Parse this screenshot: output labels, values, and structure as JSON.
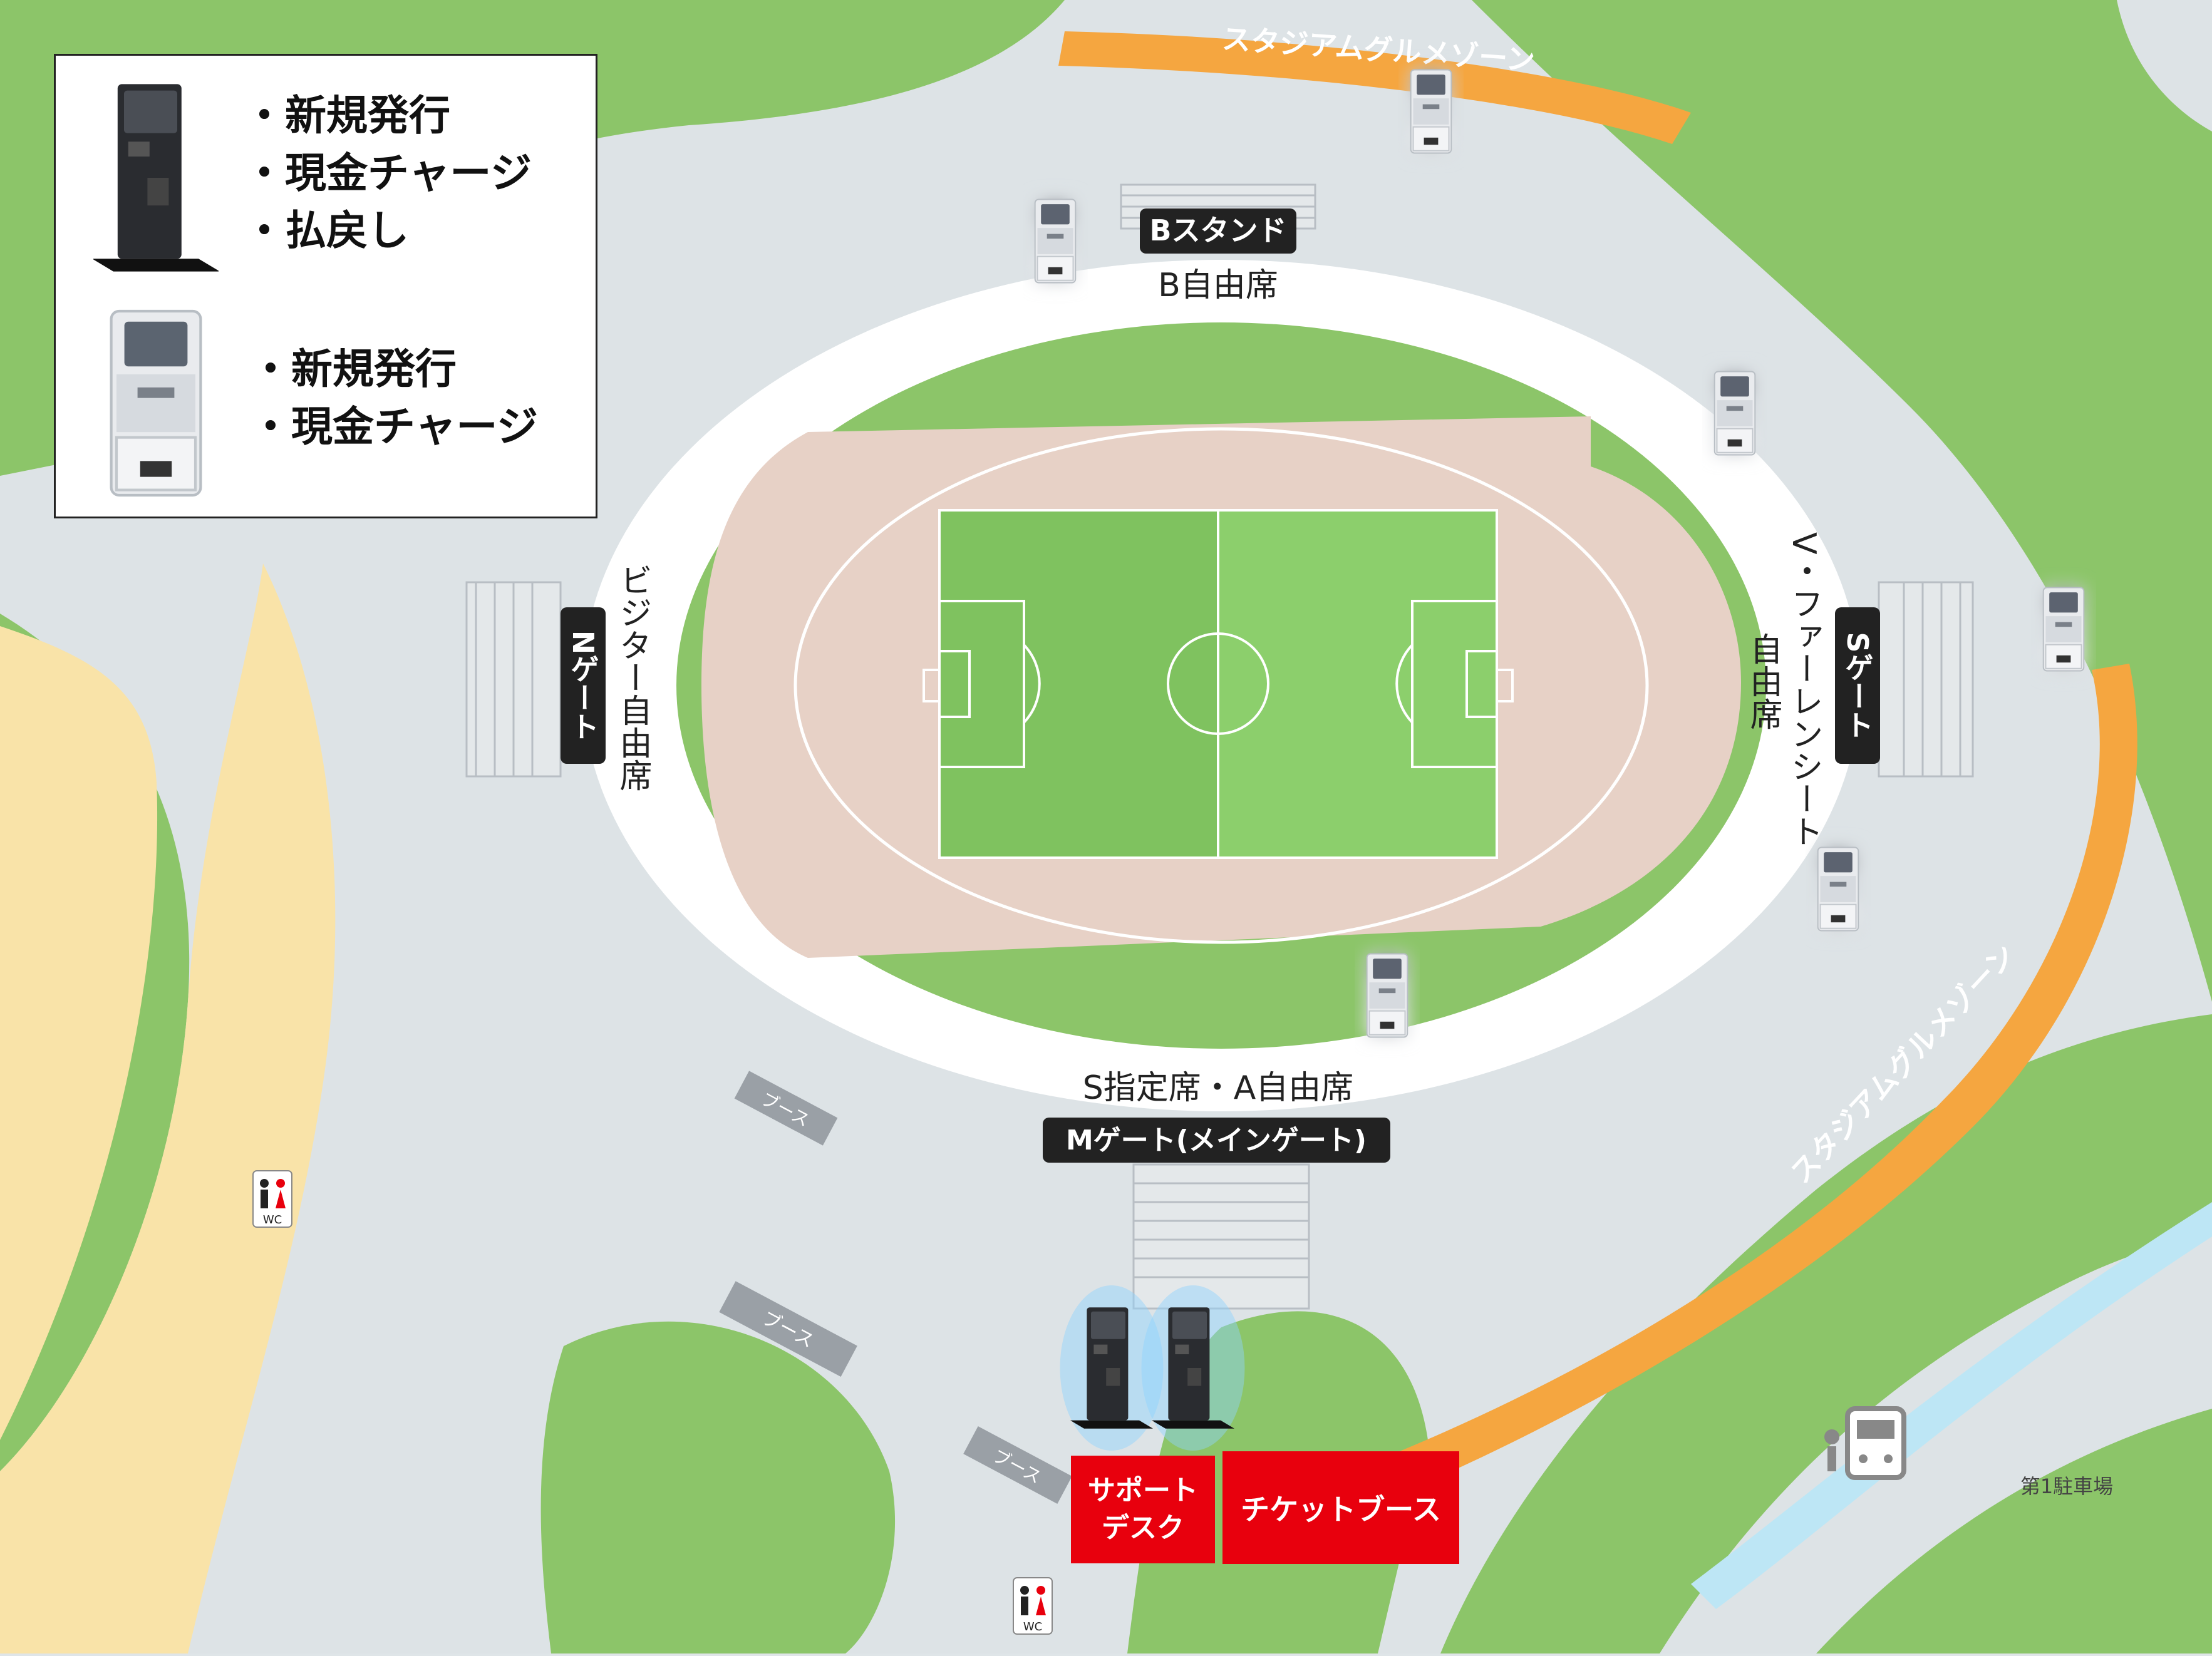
{
  "legend": {
    "full_kiosk": {
      "icon": "kiosk-black-icon",
      "lines": [
        "・新規発行",
        "・現金チャージ",
        "・払戻し"
      ]
    },
    "issue_kiosk": {
      "icon": "kiosk-white-icon",
      "lines": [
        "・新規発行",
        "・現金チャージ"
      ]
    }
  },
  "zones": {
    "gourmet_top": "スタジアムグルメゾーン",
    "gourmet_right": "スタジアムグルメゾーン"
  },
  "stands": {
    "b_stand": "Bスタンド",
    "b_seat": "B自由席",
    "n_gate": "Nゲート",
    "visitor_seat": "ビジター自由席",
    "s_gate": "Sゲート",
    "v_varen_1": "V・ファーレンシート",
    "v_varen_2": "自由席",
    "s_reserved": "S指定席・A自由席",
    "m_gate": "Mゲート(メインゲート)"
  },
  "booths": [
    "ブース",
    "ブース",
    "ブース"
  ],
  "facilities": {
    "support_desk": "サポート\nデスク",
    "ticket_booth": "チケットブース",
    "parking": "第1駐車場",
    "wc": "WC"
  },
  "colors": {
    "grass": "#8cc569",
    "path": "#dde3e6",
    "concourse": "#ffffff",
    "track": "#e7d1c6",
    "field": "#8ccf6c",
    "gourmet": "#f5a640",
    "sand": "#f9e3a8",
    "water": "#bde6f5",
    "red": "#e8000d"
  }
}
